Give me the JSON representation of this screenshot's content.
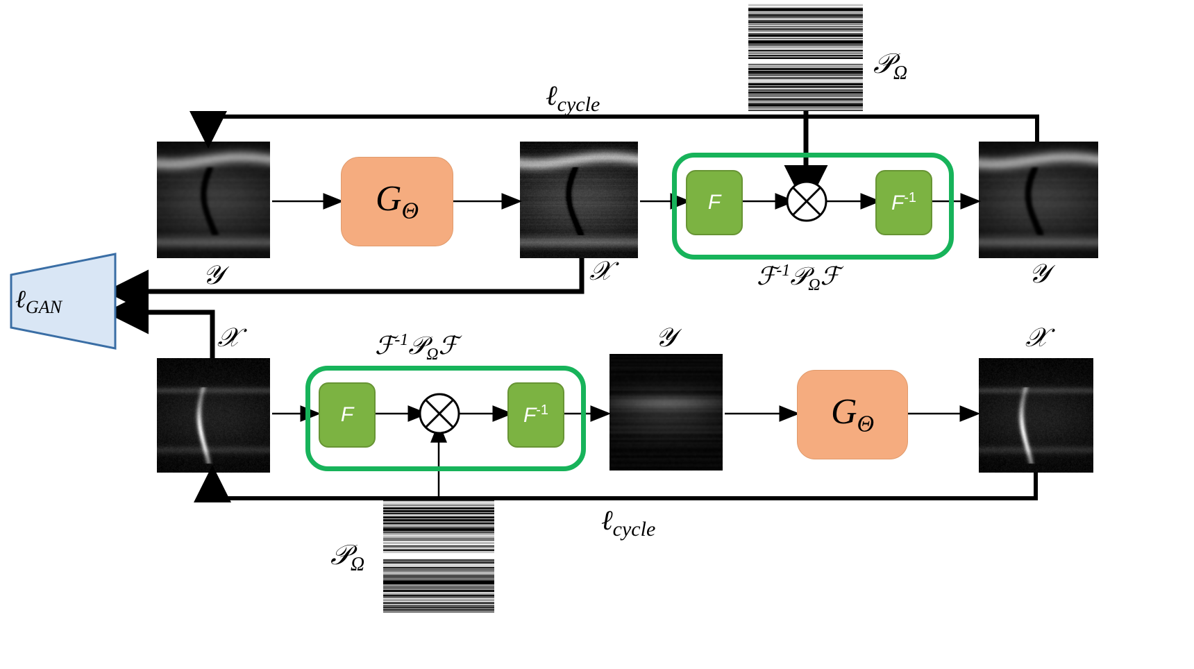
{
  "figure": {
    "title": "CycleGAN-style MRI undersampling reconstruction diagram",
    "colors": {
      "generator_fill": "#F5AC7F",
      "generator_stroke": "#E09A6B",
      "fourier_box_fill": "#7CB342",
      "fourier_box_stroke": "#679434",
      "operator_outline": "#17B35A",
      "discriminator_fill": "#D9E6F5",
      "discriminator_stroke": "#3A6EA5",
      "arrow": "#000000",
      "background": "#FFFFFF"
    }
  },
  "discriminator": {
    "label": "ℓ",
    "subscript": "GAN",
    "name": "GAN loss discriminator"
  },
  "top_row": {
    "cycle_loss_label": "ℓ",
    "cycle_loss_sub": "cycle",
    "mask_label": "𝒫",
    "mask_sub": "Ω",
    "input_image_label": "𝒴",
    "generator_label": "G",
    "generator_sub": "Θ",
    "generated_image_label": "𝒳",
    "operator_label_main": "ℱ",
    "operator_label_sup": "-1",
    "operator_label_mid": "𝒫",
    "operator_label_midsub": "Ω",
    "operator_label_end": "ℱ",
    "forward_box": "F",
    "inverse_box": "F",
    "inverse_box_sup": "-1",
    "multiply_symbol": "⊗",
    "output_image_label": "𝒴"
  },
  "bottom_row": {
    "input_image_label": "𝒳",
    "operator_label_main": "ℱ",
    "operator_label_sup": "-1",
    "operator_label_mid": "𝒫",
    "operator_label_midsub": "Ω",
    "operator_label_end": "ℱ",
    "forward_box": "F",
    "inverse_box": "F",
    "inverse_box_sup": "-1",
    "multiply_symbol": "⊗",
    "intermediate_image_label": "𝒴",
    "generator_label": "G",
    "generator_sub": "Θ",
    "output_image_label": "𝒳",
    "mask_label": "𝒫",
    "mask_sub": "Ω",
    "cycle_loss_label": "ℓ",
    "cycle_loss_sub": "cycle"
  }
}
